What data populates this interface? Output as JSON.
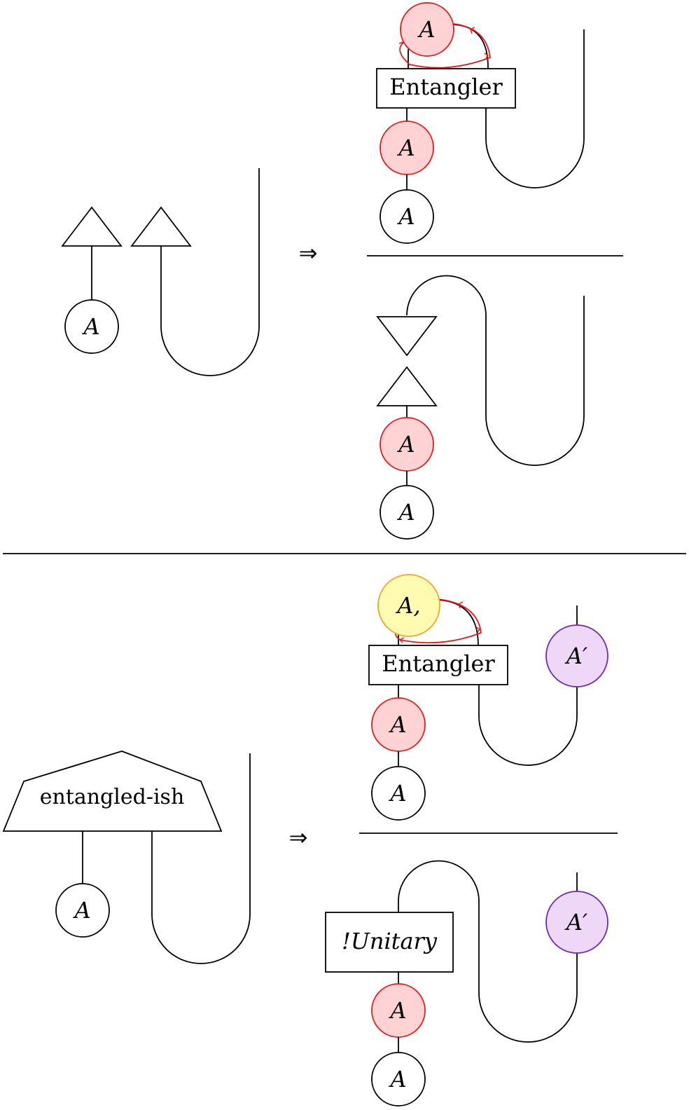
{
  "colors": {
    "black_node_fill": "#ffffff",
    "black_node_stroke": "#000000",
    "red_node_fill": "#ffd3d3",
    "red_node_stroke": "#e8191b",
    "yellow_node_fill": "#fffbb0",
    "yellow_node_stroke": "#f2a52a",
    "purple_node_fill": "#eed7f7",
    "purple_node_stroke": "#6c2bb6",
    "red_wire": "#e8191b"
  },
  "labels": {
    "node_A": "A",
    "node_A_comma": "A,",
    "node_A_prime": "A′",
    "implies": "⇒",
    "entangler": "Entangler",
    "entangled_ish": "entangled-ish",
    "unitary": "!Unitary"
  }
}
